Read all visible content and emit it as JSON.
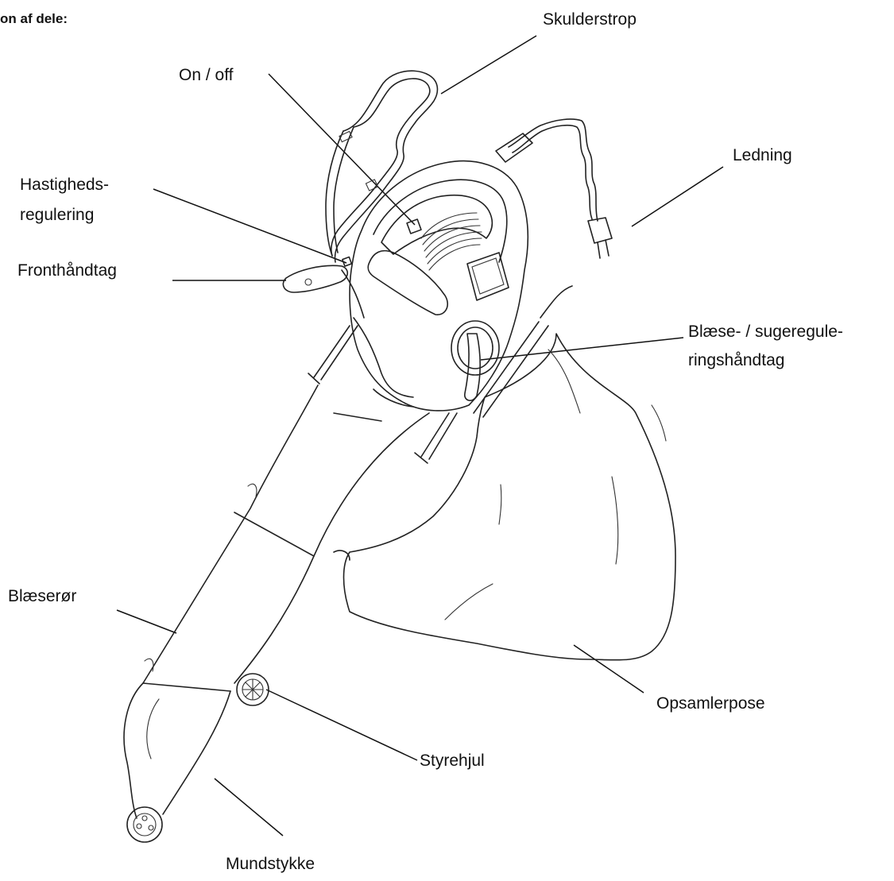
{
  "heading": "on af dele:",
  "labels": {
    "skulderstrop": "Skulderstrop",
    "on_off": "On / off",
    "ledning": "Ledning",
    "hastigheds_line1": "Hastigheds-",
    "hastigheds_line2": "regulering",
    "fronthandtag": "Fronthåndtag",
    "blaese_line1": "Blæse- / sugeregule-",
    "blaese_line2": "ringshåndtag",
    "blaeseror": "Blæserør",
    "opsamlerpose": "Opsamlerpose",
    "styrehjul": "Styrehjul",
    "mundstykke": "Mundstykke"
  }
}
